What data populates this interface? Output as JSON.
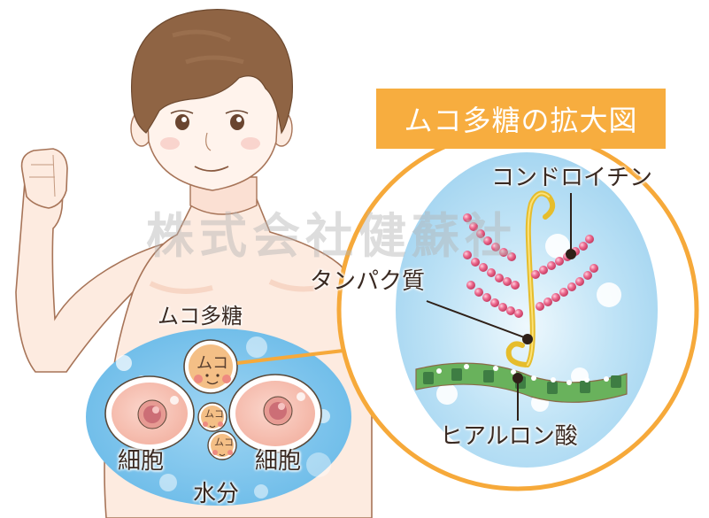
{
  "title": "ムコ多糖の拡大図",
  "watermark": "株式会社健蘇社",
  "body_diagram": {
    "mucopolysaccharide_label": "ムコ多糖",
    "muco_face_text": "ムコ",
    "cell_left_label": "細胞",
    "cell_right_label": "細胞",
    "water_label": "水分"
  },
  "magnified_view": {
    "chondroitin_label": "コンドロイチン",
    "protein_label": "タンパク質",
    "hyaluronic_acid_label": "ヒアルロン酸"
  },
  "colors": {
    "accent_orange": "#f7ad3f",
    "water_blue": "#7cc4ec",
    "bead_pink": "#e0587e",
    "protein_yellow": "#f2cc3a",
    "hyaluronic_green": "#5ea854",
    "skin": "#fde9dc",
    "hair": "#8a6040"
  }
}
